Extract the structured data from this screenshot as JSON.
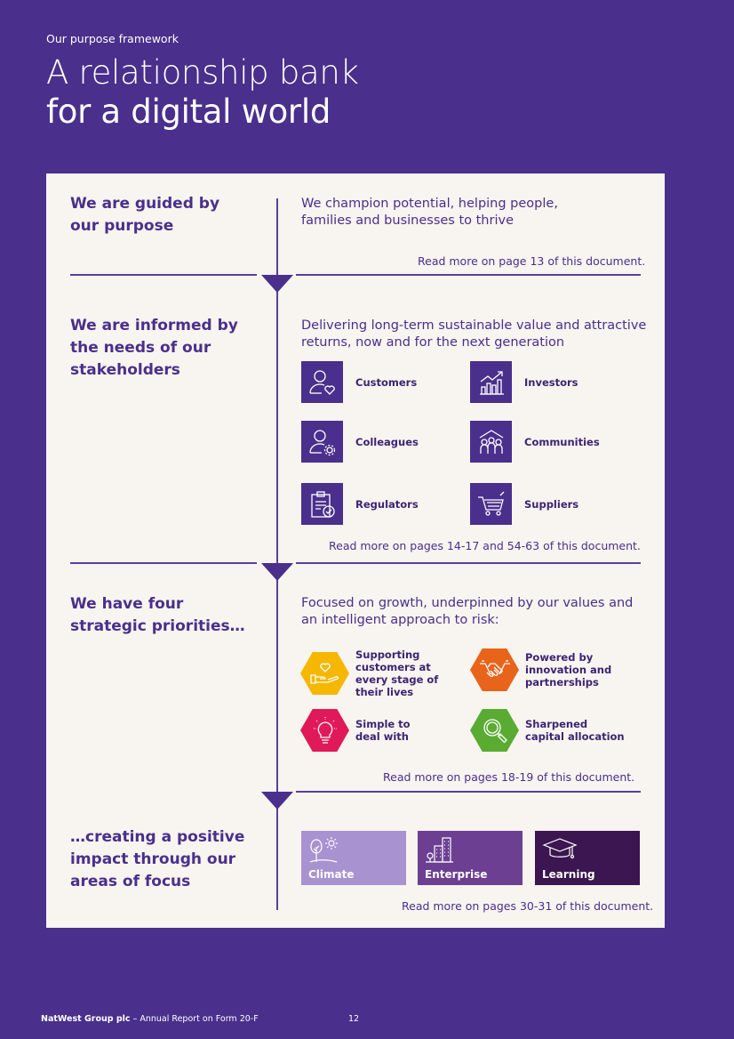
{
  "header": {
    "eyebrow": "Our purpose framework",
    "title_line1": "A relationship bank",
    "title_line2": "for a digital world"
  },
  "sections": {
    "purpose": {
      "heading": "We are guided by our purpose",
      "body": "We champion potential, helping people, families and businesses to thrive",
      "readmore": "Read more on page 13 of this document."
    },
    "stakeholders": {
      "heading": "We are informed by the needs of our stakeholders",
      "body": "Delivering long-term sustainable value and attractive returns, now and for the next generation",
      "items": [
        {
          "label": "Customers",
          "icon": "person-heart-icon"
        },
        {
          "label": "Investors",
          "icon": "growth-chart-icon"
        },
        {
          "label": "Colleagues",
          "icon": "person-gear-icon"
        },
        {
          "label": "Communities",
          "icon": "community-group-icon"
        },
        {
          "label": "Regulators",
          "icon": "clipboard-check-icon"
        },
        {
          "label": "Suppliers",
          "icon": "shopping-cart-icon"
        }
      ],
      "readmore": "Read more on pages 14-17 and 54-63 of this document."
    },
    "priorities": {
      "heading": "We have four strategic priorities…",
      "body": "Focused on growth, underpinned by our values and an intelligent approach to risk:",
      "items": [
        {
          "label": "Supporting customers at every stage of their lives",
          "icon": "hand-heart-icon",
          "color": "#f5b700"
        },
        {
          "label": "Powered by innovation and partnerships",
          "icon": "handshake-icon",
          "color": "#e8641b"
        },
        {
          "label": "Simple to deal with",
          "icon": "lightbulb-icon",
          "color": "#e0195a"
        },
        {
          "label": "Sharpened capital allocation",
          "icon": "magnifier-icon",
          "color": "#5aab32"
        }
      ],
      "readmore": "Read more on pages 18-19 of this document."
    },
    "focus": {
      "heading": "…creating a positive impact through our areas of focus",
      "items": [
        {
          "label": "Climate",
          "icon": "tree-sun-icon",
          "color": "#a992d0"
        },
        {
          "label": "Enterprise",
          "icon": "buildings-icon",
          "color": "#6c3f92"
        },
        {
          "label": "Learning",
          "icon": "graduation-cap-icon",
          "color": "#3b1650"
        }
      ],
      "readmore": "Read more on pages 30-31 of this document."
    }
  },
  "footer": {
    "brand": "NatWest Group plc",
    "doc": " – Annual Report on Form 20-F",
    "page": "12"
  }
}
